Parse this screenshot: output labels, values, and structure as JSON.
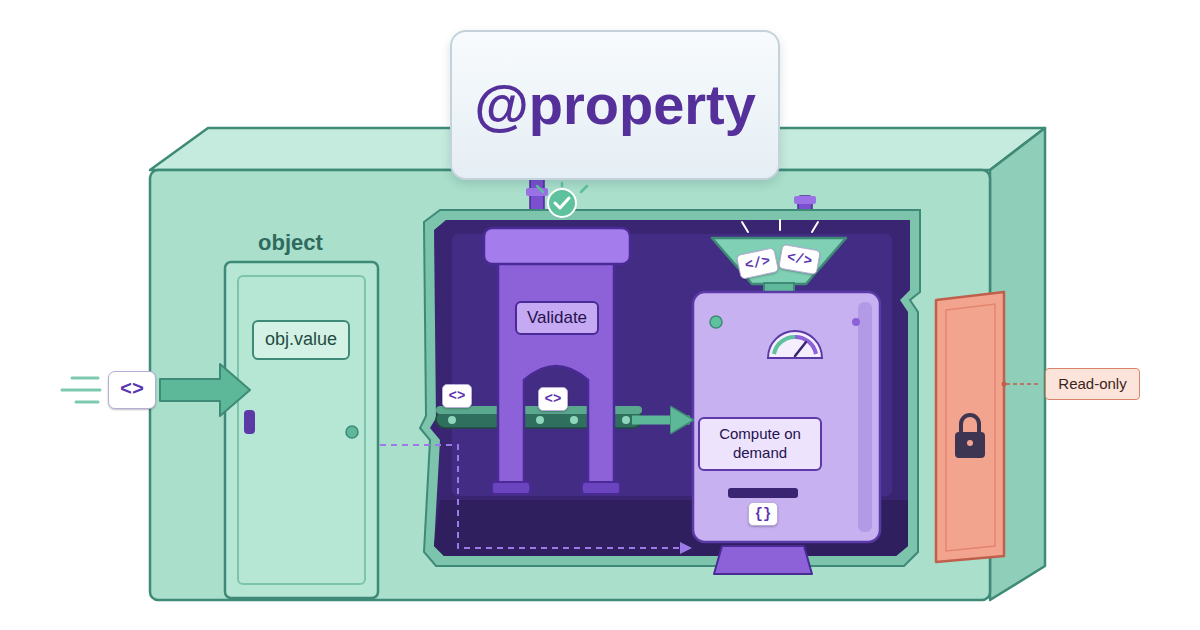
{
  "diagram": {
    "nodes": [
      {
        "text": [
          "@property"
        ]
      },
      {
        "text": [
          "object"
        ]
      },
      {
        "text": [
          "obj.value"
        ],
        "in": 1
      },
      {
        "text": [
          "Validate"
        ],
        "in": 1
      },
      {
        "text": [
          "Compute on demand"
        ],
        "in": 1
      },
      {
        "text": [
          "Read-only"
        ]
      }
    ],
    "edges": [
      {
        "from": 3,
        "to": 4,
        "arrow": "to"
      },
      {
        "from": 2,
        "to": 4,
        "arrow": "to"
      }
    ],
    "labels": [
      "<>",
      "<>",
      "<>",
      "</>",
      "</>",
      "{}"
    ]
  }
}
